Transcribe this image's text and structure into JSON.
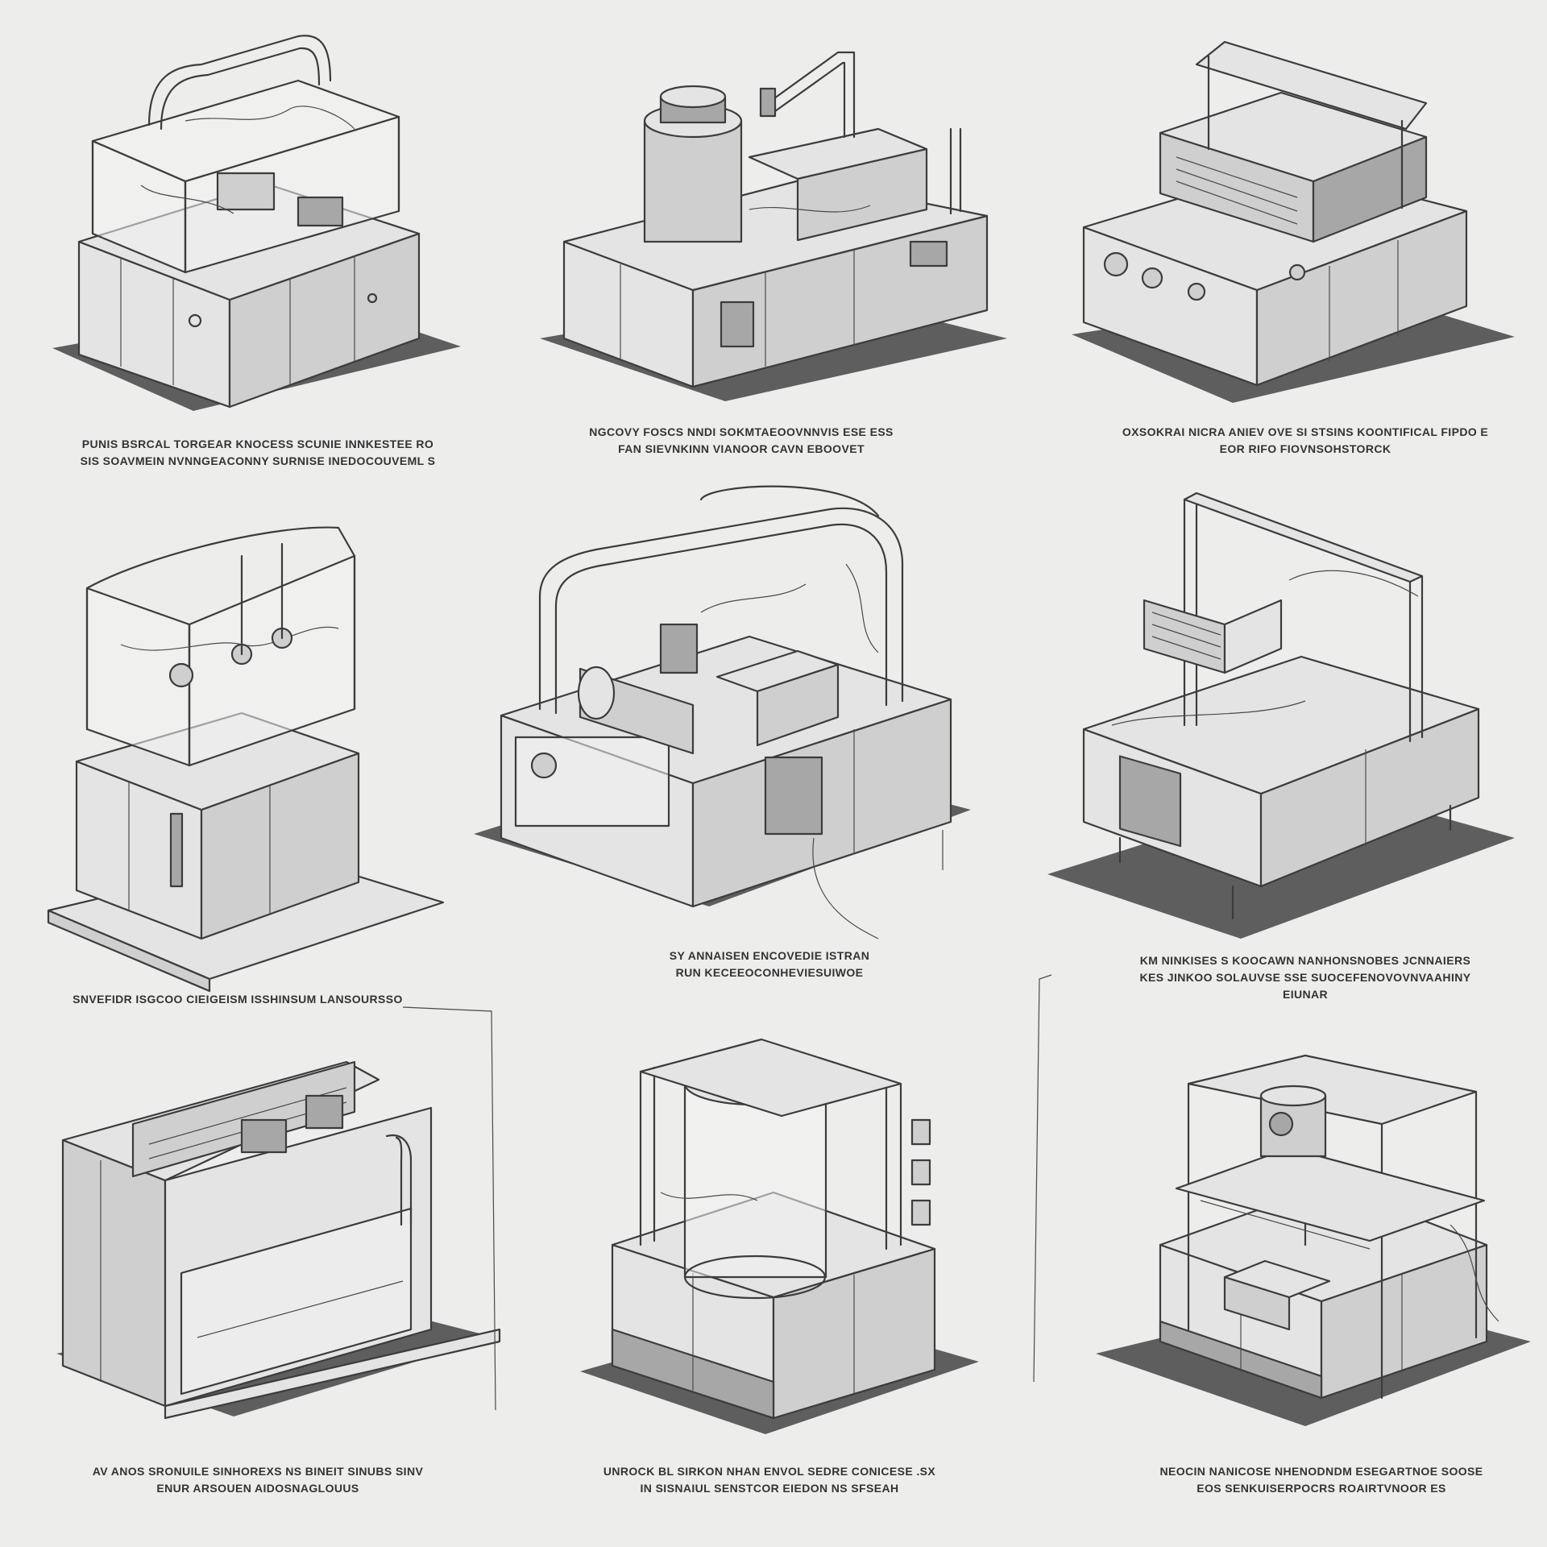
{
  "colors": {
    "background": "#ededec",
    "line": "#3c3c3c",
    "panel_light": "#e4e4e4",
    "panel_mid": "#cfcfcf",
    "panel_dark": "#a7a7a7",
    "shadow": "#5e5e5e",
    "glass": "#f3f3f3"
  },
  "machines": [
    {
      "name": "enclosed-arm-cabinet",
      "caption": [
        "PUNIS BSRCAL TORGEAR KNOCESS SCUNIE INNKESTEE RO",
        "SIS SOAVMEIN NVNNGEACONNY SURNISE INEDOCOUVEML S"
      ]
    },
    {
      "name": "tank-pipe-processor",
      "caption": [
        "NGCOVY FOSCS NNDI SOKMTAEOOVNNVIS ESE ESS",
        "FAN SIEVNKINN VIANOOR CAVN EBOOVET"
      ]
    },
    {
      "name": "tray-press-unit",
      "caption": [
        "OXSOKRAI NICRA ANIEV OVE SI STSINS KOONTIFICAL FIPDO E",
        "EOR RIFO FIOVNSOHSTORCK"
      ]
    },
    {
      "name": "gantry-frame-cabinet",
      "caption": [
        "SNVEFIDR ISGCOO CIEIGEISM ISSHINSUM LANSOURSSO"
      ]
    },
    {
      "name": "arched-robotic-cell",
      "caption": [
        "SY ANNAISEN ENCOVEDIE ISTRAN",
        "RUN KECEEOCONHEVIESUIWOE"
      ]
    },
    {
      "name": "overhead-crane-station",
      "caption": [
        "KM NINKISES S KOOCAWN NANHONSNOBES JCNNAIERS",
        "KES JINKOO SOLAUVSE SSE SUOCEFENOVOVNVAAHINY",
        "EIUNAR"
      ]
    },
    {
      "name": "split-deck-oven",
      "caption": [
        "AV ANOS SRONUILE SINHOREXS NS BINEIT SINUBS SINV",
        "ENUR ARSOUEN AIDOSNAGLOUUS"
      ]
    },
    {
      "name": "glass-cylinder-reactor",
      "caption": [
        "UNROCK BL SIRKON NHAN ENVOL SEDRE CONICESE .SX",
        "IN SISNAIUL SENSTCOR EIEDON NS SFSEAH"
      ]
    },
    {
      "name": "open-frame-workbench",
      "caption": [
        "NEOCIN NANICOSE NHENODNDM ESEGARTNOE SOOSE",
        "EOS SENKUISERPOCRS ROAIRTVNOOR ES"
      ]
    }
  ]
}
